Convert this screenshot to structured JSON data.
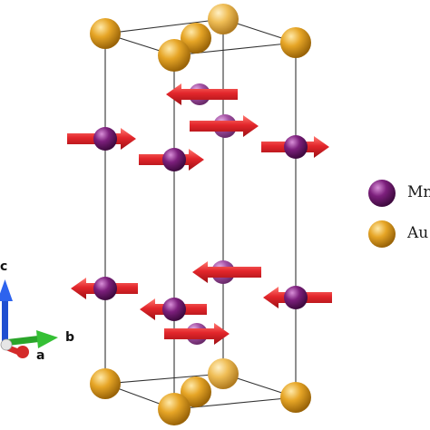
{
  "legend": {
    "items": [
      {
        "symbol": "Mn",
        "color": "#7a1f7a"
      },
      {
        "symbol": "Au",
        "color": "#e0a020"
      }
    ]
  },
  "axes": {
    "c": "c",
    "b": "b",
    "a": "a"
  },
  "colors": {
    "mn": "#7a1f7a",
    "mn_back": "#a04aa0",
    "au": "#e0a020",
    "au_back": "#ebb84a",
    "arrow": "#e3262b",
    "cell_edge": "#333333",
    "axis_c": "#1f4fd1",
    "axis_b": "#2aa52a",
    "axis_a": "#d42a2a"
  }
}
